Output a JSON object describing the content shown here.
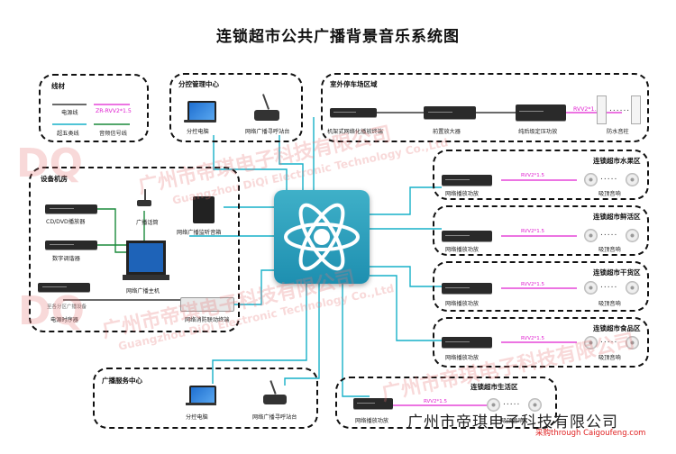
{
  "title": "连锁超市公共广播背景音乐系统图",
  "legend": {
    "title": "线材",
    "items": [
      {
        "label": "电源线",
        "color": "#111111"
      },
      {
        "label": "ZR-RVV2*1.5",
        "color": "#e020d0"
      },
      {
        "label": "超五类线",
        "color": "#17b0c8"
      },
      {
        "label": "音频信号线",
        "color": "#1a8a3a"
      }
    ]
  },
  "sections": {
    "control_center": {
      "title": "分控管理中心",
      "pc": "分控电脑",
      "paging": "网络广播寻呼站台"
    },
    "outdoor": {
      "title": "室外停车场区域",
      "tuner": "机架式网络化播放终端",
      "preamp": "前置放大器",
      "amp": "纯后级定压功放",
      "speaker": "防水音柱",
      "cable": "RVV2*1.5"
    },
    "equipment_room": {
      "title": "设备机房",
      "dvd": "CD/DVD播放器",
      "mic": "广播话筒",
      "monitor": "网络广播监听音箱",
      "tuner": "数字调谐器",
      "host": "网络广播主机",
      "power": "电源时序器",
      "power_note": "至各分区广播设备",
      "fire": "网络消防联动终端"
    },
    "service_center": {
      "title": "广播服务中心",
      "pc": "分控电脑",
      "paging": "网络广播寻呼站台"
    },
    "zones": [
      {
        "title": "连锁超市水果区",
        "amp": "网络播放功放",
        "speaker": "吸顶音响",
        "cable": "RVV2*1.5"
      },
      {
        "title": "连锁超市鲜活区",
        "amp": "网络播放功放",
        "speaker": "吸顶音响",
        "cable": "RVV2*1.5"
      },
      {
        "title": "连锁超市干货区",
        "amp": "网络播放功放",
        "speaker": "吸顶音响",
        "cable": "RVV2*1.5"
      },
      {
        "title": "连锁超市食品区",
        "amp": "网络播放功放",
        "speaker": "吸顶音响",
        "cable": "RVV2*1.5"
      },
      {
        "title": "连锁超市生活区",
        "amp": "网络播放功放",
        "speaker": "吸顶音响",
        "cable": "RVV2*1.5"
      }
    ]
  },
  "watermark": {
    "company": "广州市帝琪电子科技有限公司",
    "company_en": "Guangzhou DiQi Electronic Technology Co.,Ltd",
    "logo": "DQ"
  },
  "footer": {
    "company": "广州市帝琪电子科技有限公司",
    "source": "采购through Caigoufeng.com"
  },
  "colors": {
    "cat5": "#17b0c8",
    "speaker_cable": "#e020d0",
    "audio": "#1a8a3a",
    "power": "#111111",
    "center_bg": "#2a9fbd"
  }
}
